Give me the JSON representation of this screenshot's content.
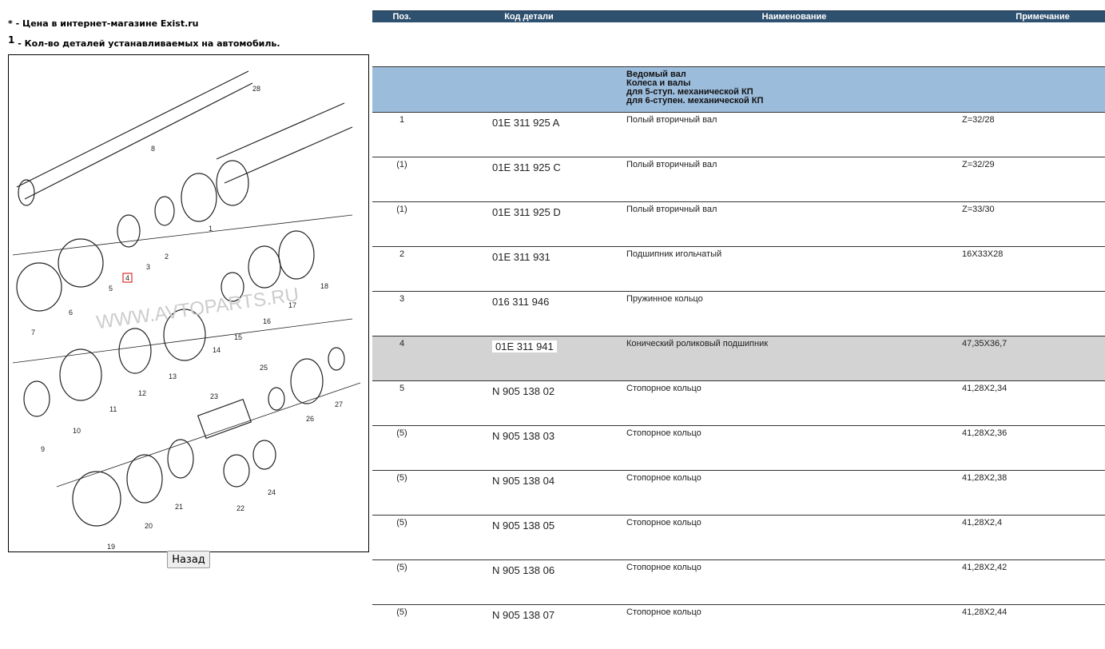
{
  "notes": {
    "price_marker": "*",
    "price_text": " - Цена в интернет-магазине Exist.ru",
    "qty_marker": "1",
    "qty_text": " - Кол-во деталей устанавливаемых на автомобиль."
  },
  "diagram": {
    "watermark": "WWW.AVTOPARTS.RU",
    "labels": [
      "28",
      "8",
      "1",
      "2",
      "3",
      "4",
      "5",
      "6",
      "7",
      "18",
      "17",
      "16",
      "15",
      "14",
      "13",
      "12",
      "11",
      "10",
      "9",
      "25",
      "26",
      "27",
      "23",
      "24",
      "22",
      "21",
      "20",
      "19"
    ],
    "highlighted": "4"
  },
  "back_button": "Назад",
  "table": {
    "headers": [
      "Поз.",
      "Код детали",
      "Наименование",
      "Примечание"
    ],
    "group": [
      "Ведомый вал",
      "Колеса и валы",
      "для 5-ступ. механической КП",
      "для 6-ступен. механической КП"
    ],
    "rows": [
      {
        "pos": "1",
        "code": "01E 311 925 A",
        "name": "Полый вторичный вал",
        "note": "Z=32/28"
      },
      {
        "pos": "(1)",
        "code": "01E 311 925 C",
        "name": "Полый вторичный вал",
        "note": "Z=32/29"
      },
      {
        "pos": "(1)",
        "code": "01E 311 925 D",
        "name": "Полый вторичный вал",
        "note": "Z=33/30"
      },
      {
        "pos": "2",
        "code": "01E 311 931",
        "name": "Подшипник игольчатый",
        "note": "16X33X28"
      },
      {
        "pos": "3",
        "code": "016 311 946",
        "name": "Пружинное кольцо",
        "note": ""
      },
      {
        "pos": "4",
        "code": "01E 311 941",
        "name": "Конический роликовый подшипник",
        "note": "47,35X36,7",
        "selected": true
      },
      {
        "pos": "5",
        "code": "N 905 138 02",
        "name": "Стопорное кольцо",
        "note": "41,28X2,34"
      },
      {
        "pos": "(5)",
        "code": "N 905 138 03",
        "name": "Стопорное кольцо",
        "note": "41,28X2,36"
      },
      {
        "pos": "(5)",
        "code": "N 905 138 04",
        "name": "Стопорное кольцо",
        "note": "41,28X2,38"
      },
      {
        "pos": "(5)",
        "code": "N 905 138 05",
        "name": "Стопорное кольцо",
        "note": "41,28X2,4"
      },
      {
        "pos": "(5)",
        "code": "N 905 138 06",
        "name": "Стопорное кольцо",
        "note": "41,28X2,42"
      },
      {
        "pos": "(5)",
        "code": "N 905 138 07",
        "name": "Стопорное кольцо",
        "note": "41,28X2,44"
      }
    ]
  }
}
